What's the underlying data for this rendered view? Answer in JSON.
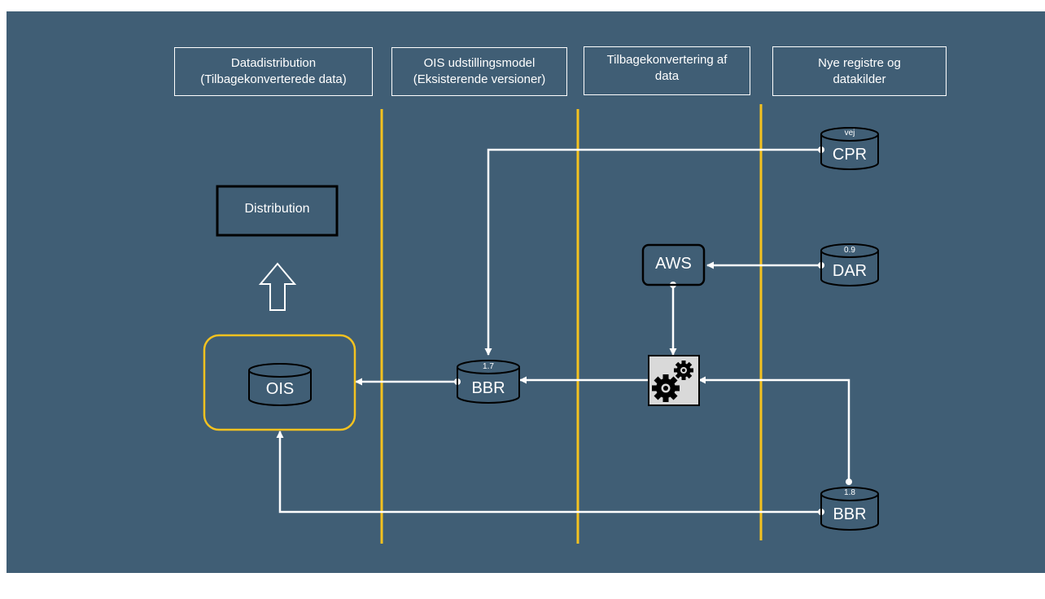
{
  "colors": {
    "background": "#405e75",
    "lane_line": "#f4c21f",
    "connector": "#ffffff",
    "box_border": "#000000",
    "ois_frame": "#f4c21f"
  },
  "column_headers": [
    "Datadistribution\n(Tilbagekonverterede data)",
    "OIS udstillingsmodel\n(Eksisterende versioner)",
    "Tilbagekonvertering af\ndata",
    "Nye registre og\ndatakilder"
  ],
  "nodes": {
    "distribution": "Distribution",
    "ois": "OIS",
    "aws": "AWS",
    "bbr_old": {
      "label": "BBR",
      "version": "1.7"
    },
    "cpr": {
      "label": "CPR",
      "version": "vej"
    },
    "dar": {
      "label": "DAR",
      "version": "0.9"
    },
    "bbr_new": {
      "label": "BBR",
      "version": "1.8"
    }
  },
  "icons": {
    "converter": "gears-icon",
    "upload_arrow": "up-arrow-icon"
  }
}
